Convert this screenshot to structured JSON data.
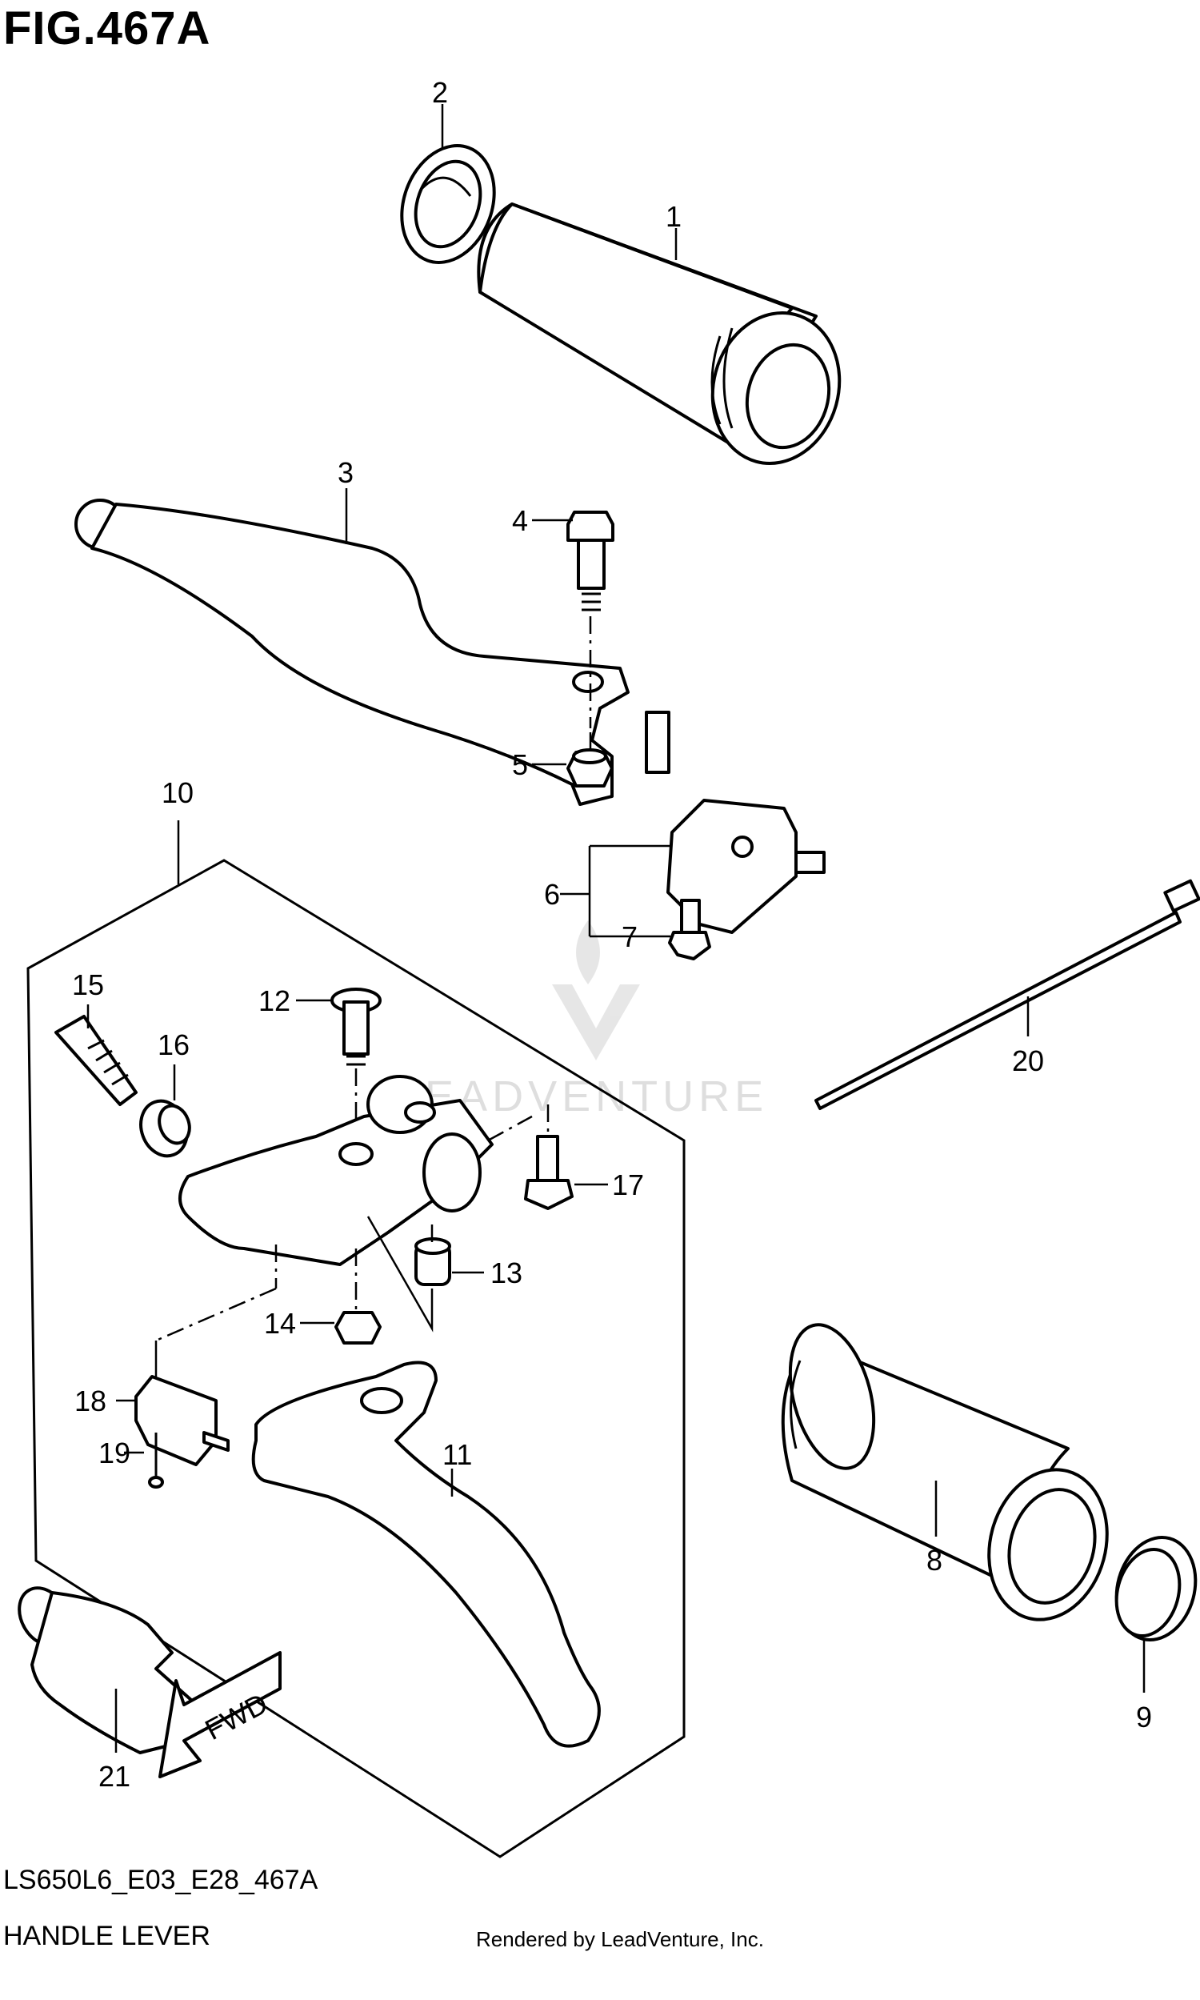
{
  "figure": {
    "title": "FIG.467A",
    "code": "LS650L6_E03_E28_467A",
    "name": "HANDLE LEVER",
    "credit": "Rendered by LeadVenture, Inc.",
    "watermark": "LEADVENTURE"
  },
  "callouts": [
    "1",
    "2",
    "3",
    "4",
    "5",
    "6",
    "7",
    "8",
    "9",
    "10",
    "11",
    "12",
    "13",
    "14",
    "15",
    "16",
    "17",
    "18",
    "19",
    "20",
    "21"
  ],
  "fwd_label": "FWD"
}
